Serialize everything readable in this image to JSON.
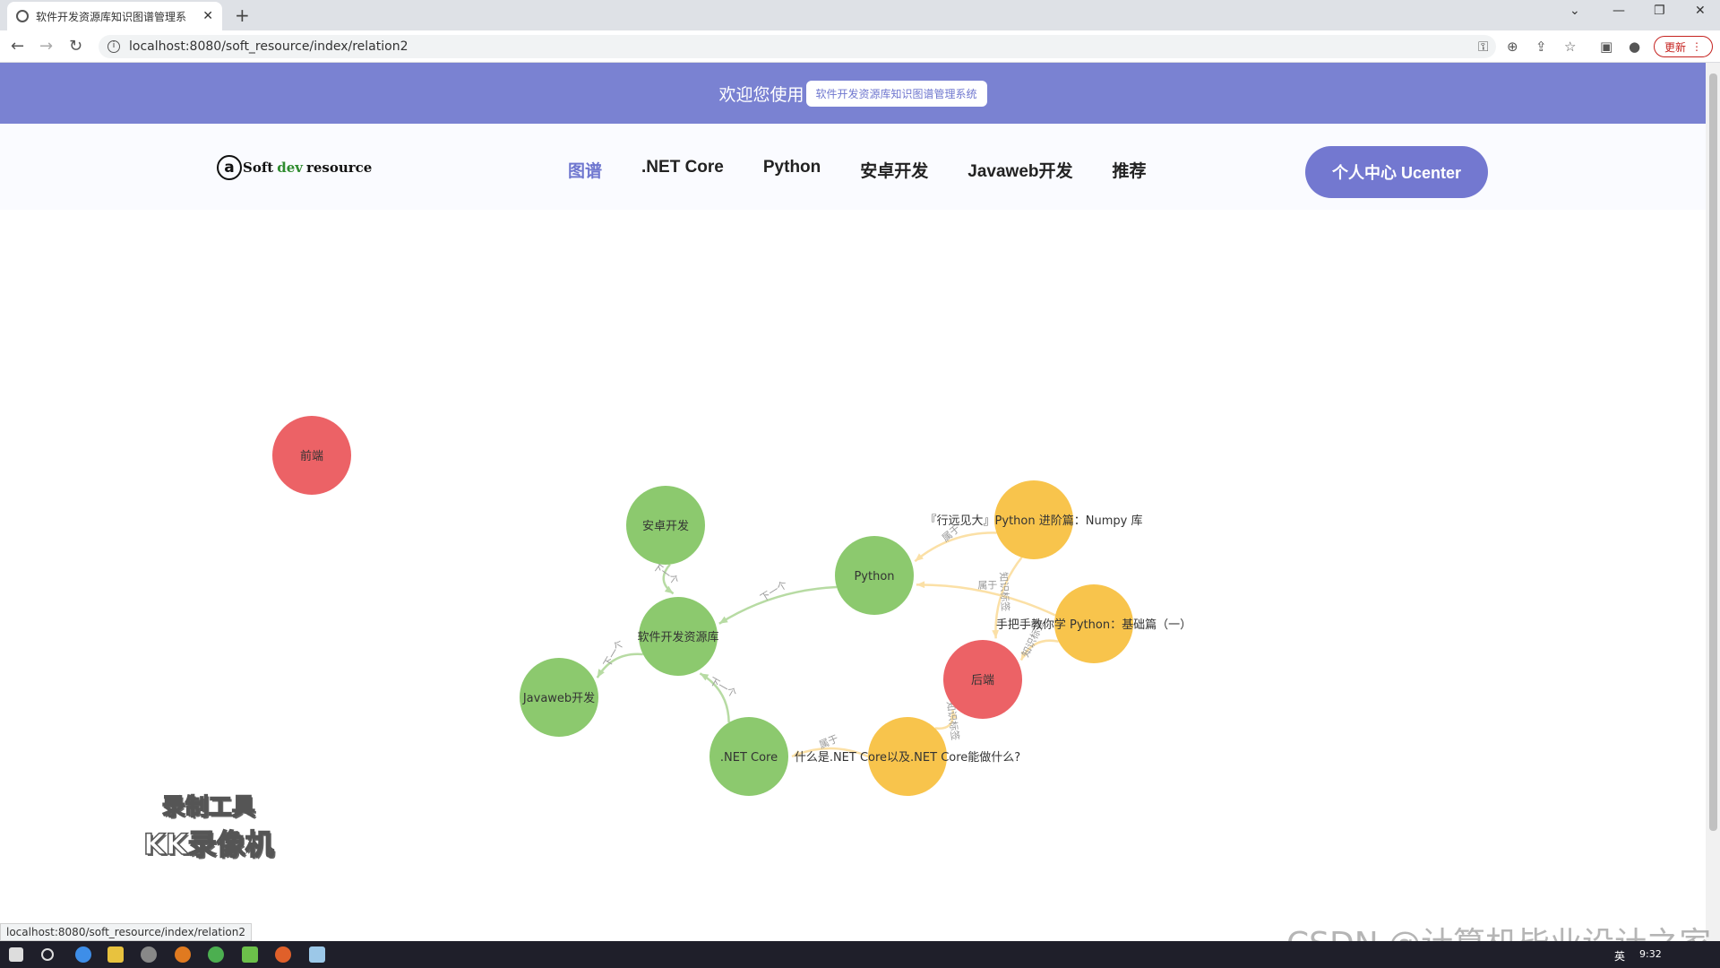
{
  "browser": {
    "tab_title": "软件开发资源库知识图谱管理系",
    "url": "localhost:8080/soft_resource/index/relation2",
    "update_label": "更新",
    "status_url": "localhost:8080/soft_resource/index/relation2"
  },
  "banner": {
    "welcome": "欢迎您使用",
    "system_name": "软件开发资源库知识图谱管理系统"
  },
  "logo": {
    "at": "a",
    "soft": "Soft",
    "dev": "dev",
    "resource": "resource"
  },
  "nav": [
    "图谱",
    ".NET Core",
    "Python",
    "安卓开发",
    "Javaweb开发",
    "推荐"
  ],
  "ucenter_label": "个人中心 Ucenter",
  "graph": {
    "colors": {
      "category": "#8cc96e",
      "article": "#f8c44c",
      "tag": "#ec6266"
    },
    "nodes": [
      {
        "id": "frontend",
        "label": "前端",
        "type": "tag"
      },
      {
        "id": "android",
        "label": "安卓开发",
        "type": "category"
      },
      {
        "id": "python",
        "label": "Python",
        "type": "category"
      },
      {
        "id": "root",
        "label": "软件开发资源库",
        "type": "category"
      },
      {
        "id": "javaweb",
        "label": "Javaweb开发",
        "type": "category"
      },
      {
        "id": "netcore",
        "label": ".NET Core",
        "type": "category"
      },
      {
        "id": "backend",
        "label": "后端",
        "type": "tag"
      },
      {
        "id": "art_numpy",
        "label": "『行远见大』Python 进阶篇：Numpy 库",
        "type": "article"
      },
      {
        "id": "art_pybasic",
        "label": "手把手教你学 Python：基础篇（一）",
        "type": "article"
      },
      {
        "id": "art_netcore",
        "label": "什么是.NET Core以及.NET Core能做什么?",
        "type": "article"
      }
    ],
    "edges": [
      {
        "from": "android",
        "to": "root",
        "label": "下一个"
      },
      {
        "from": "python",
        "to": "root",
        "label": "下一个"
      },
      {
        "from": "root",
        "to": "javaweb",
        "label": "下一个"
      },
      {
        "from": "netcore",
        "to": "root",
        "label": "下一个"
      },
      {
        "from": "art_numpy",
        "to": "python",
        "label": "属于"
      },
      {
        "from": "art_pybasic",
        "to": "python",
        "label": "属于"
      },
      {
        "from": "art_numpy",
        "to": "backend",
        "label": "知识标签"
      },
      {
        "from": "art_pybasic",
        "to": "backend",
        "label": "知识标签"
      },
      {
        "from": "art_netcore",
        "to": "backend",
        "label": "知识标签"
      },
      {
        "from": "art_netcore",
        "to": "netcore",
        "label": "属于"
      }
    ]
  },
  "watermark": {
    "line1": "录制工具",
    "line2": "KK录像机"
  },
  "csdn_watermark": "CSDN @计算机毕业设计之家",
  "taskbar": {
    "lang": "英",
    "time": "9:32"
  }
}
